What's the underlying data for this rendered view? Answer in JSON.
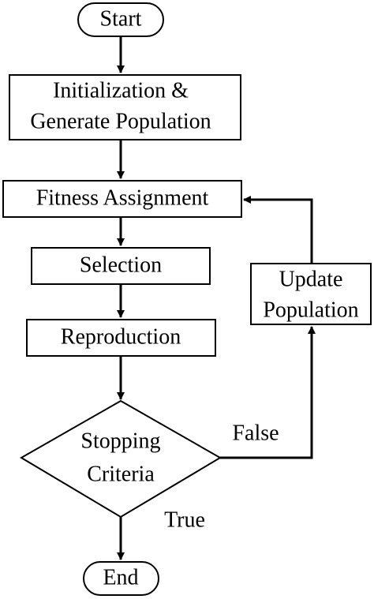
{
  "flowchart": {
    "start": "Start",
    "init_line1": "Initialization &",
    "init_line2": "Generate Population",
    "fitness": "Fitness Assignment",
    "selection": "Selection",
    "reproduction": "Reproduction",
    "decision_line1": "Stopping",
    "decision_line2": "Criteria",
    "update_line1": "Update",
    "update_line2": "Population",
    "end": "End",
    "label_false": "False",
    "label_true": "True"
  }
}
